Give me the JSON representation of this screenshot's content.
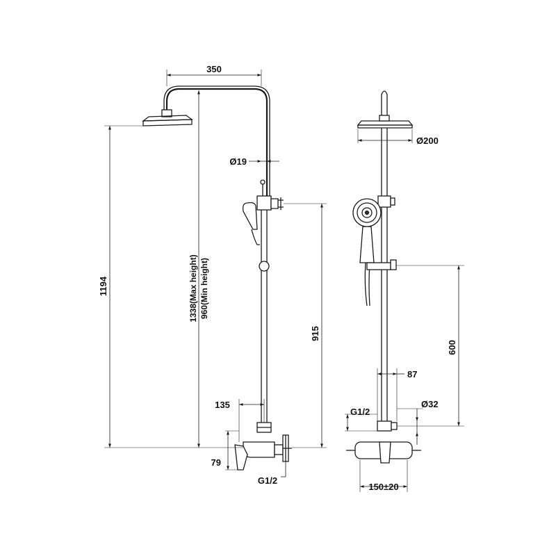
{
  "side_view": {
    "width_350": "350",
    "pipe_dia": "Ø19",
    "total_height": "1194",
    "max_height": "1338(Max height)",
    "min_height": "960(Min height)",
    "holder_height": "915",
    "offset_135": "135",
    "depth_79": "79",
    "inlet_thread": "G1/2"
  },
  "front_view": {
    "head_dia": "Ø200",
    "slide_height": "600",
    "spacing_87": "87",
    "inlet_thread": "G1/2",
    "bar_dia": "Ø32",
    "centers": "150±20"
  }
}
